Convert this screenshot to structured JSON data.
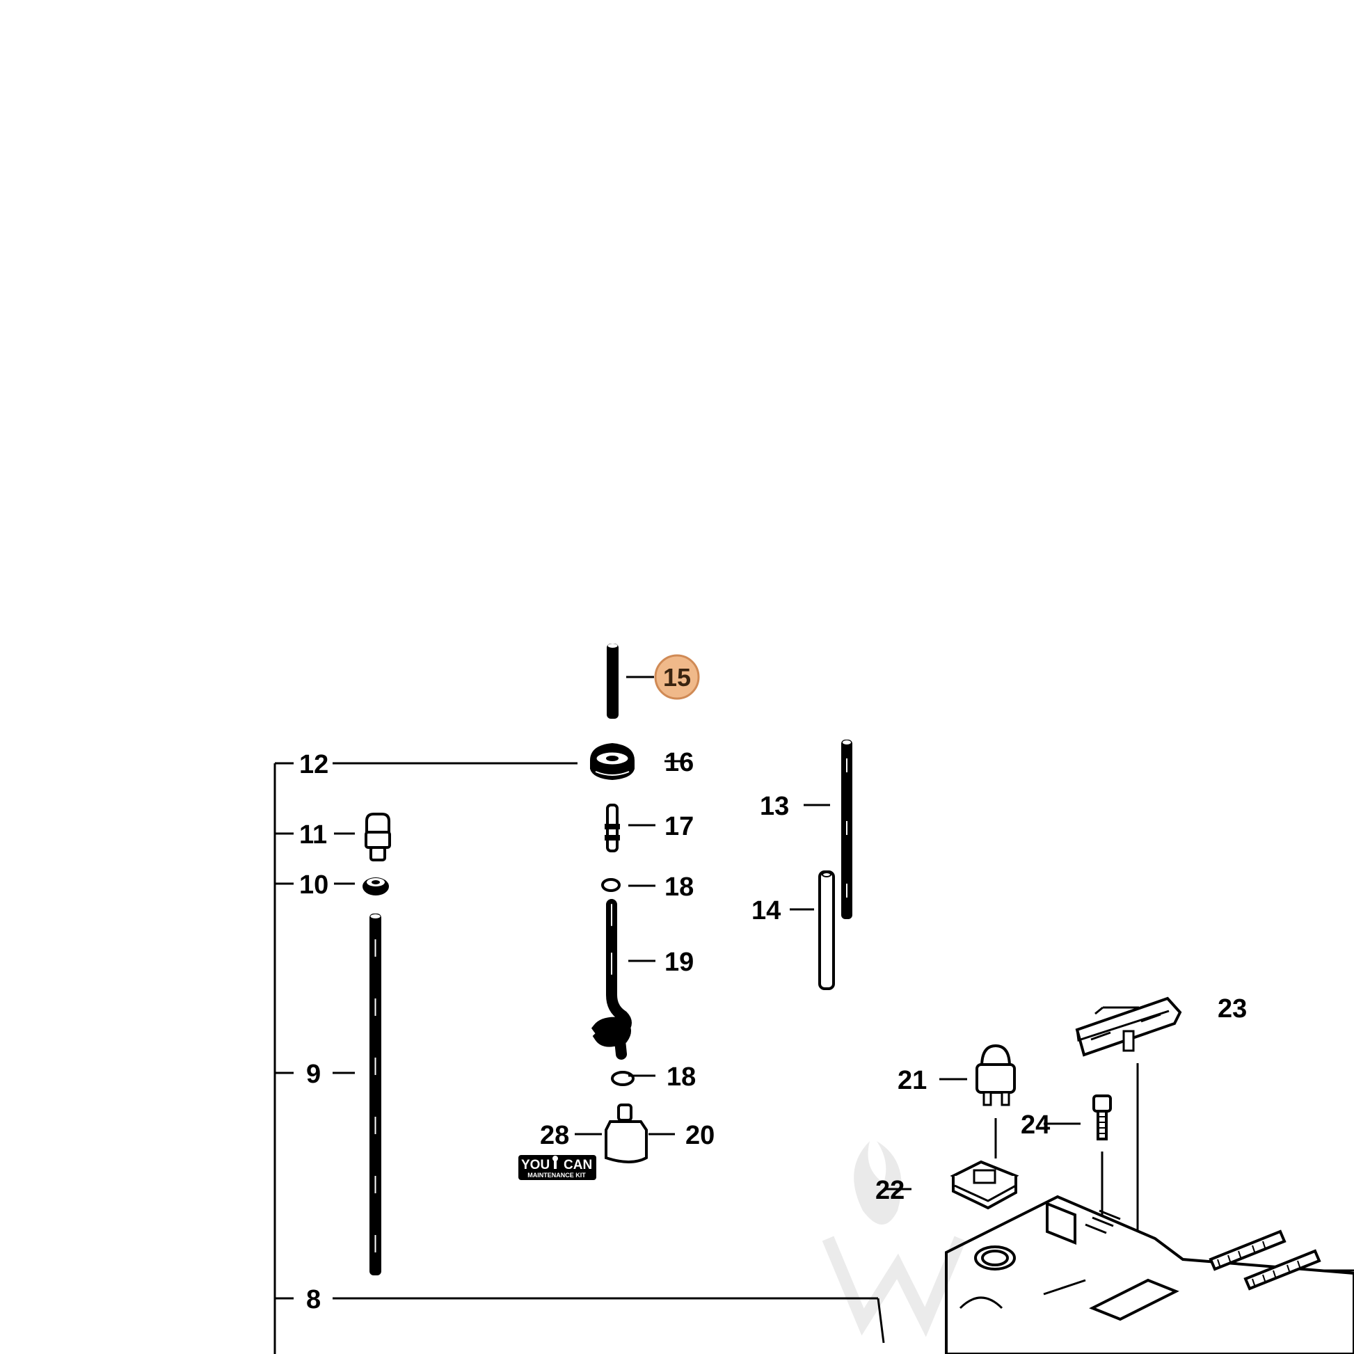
{
  "diagram": {
    "callouts": {
      "c8": "8",
      "c9": "9",
      "c10": "10",
      "c11": "11",
      "c12": "12",
      "c13": "13",
      "c14": "14",
      "c15": "15",
      "c16": "16",
      "c17": "17",
      "c18a": "18",
      "c18b": "18",
      "c19": "19",
      "c20": "20",
      "c21": "21",
      "c22": "22",
      "c23": "23",
      "c24": "24",
      "c28": "28"
    },
    "highlighted_part": "15",
    "highlight_color": "#f0b98a",
    "badge": {
      "line1_left": "YOU",
      "line1_right": "CAN",
      "line2": "MAINTENANCE KIT"
    }
  }
}
